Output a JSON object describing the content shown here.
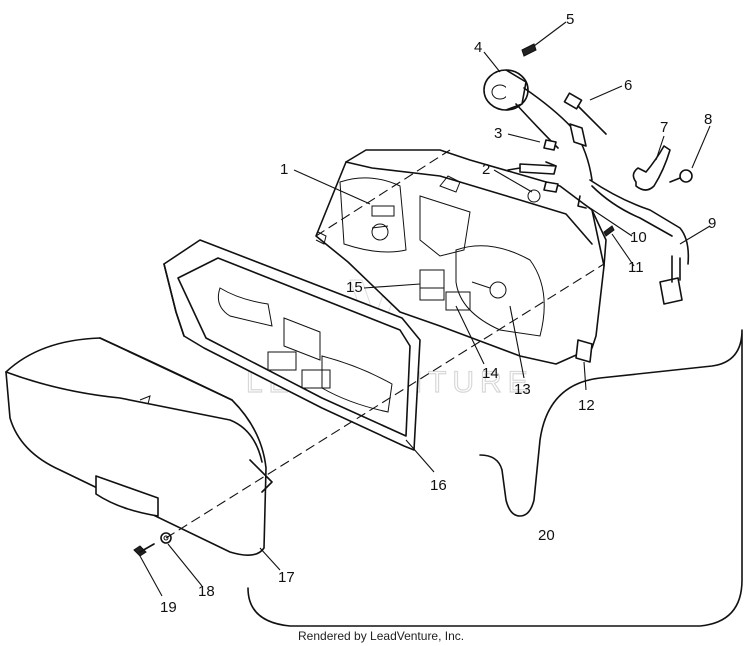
{
  "callouts": [
    "1",
    "2",
    "3",
    "4",
    "5",
    "6",
    "7",
    "8",
    "9",
    "10",
    "11",
    "12",
    "13",
    "14",
    "15",
    "16",
    "17",
    "18",
    "19",
    "20"
  ],
  "watermark_text": "LEADVENTURE",
  "footer_text": "Rendered by LeadVenture, Inc."
}
